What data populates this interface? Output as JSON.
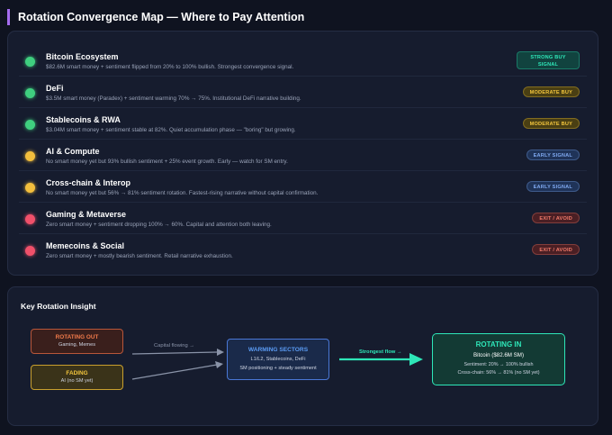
{
  "page_title": "Rotation Convergence Map — Where to Pay Attention",
  "sectors": [
    {
      "name": "Bitcoin Ecosystem",
      "desc": "$82.6M smart money + sentiment flipped from 20% to 100% bullish. Strongest convergence signal.",
      "badge": "STRONG BUY SIGNAL",
      "dot_color": "#3fcf7f",
      "badge_bg": "#11433f",
      "badge_fg": "#2ee6b8"
    },
    {
      "name": "DeFi",
      "desc": "$3.5M smart money (Paradex) + sentiment warming 70% → 75%. Institutional DeFi narrative building.",
      "badge": "MODERATE BUY",
      "dot_color": "#3fcf7f",
      "badge_bg": "#4a3f13",
      "badge_fg": "#f2c53d"
    },
    {
      "name": "Stablecoins & RWA",
      "desc": "$3.04M smart money + sentiment stable at 82%. Quiet accumulation phase — \"boring\" but growing.",
      "badge": "MODERATE BUY",
      "dot_color": "#3fcf7f",
      "badge_bg": "#4a3f13",
      "badge_fg": "#f2c53d"
    },
    {
      "name": "AI & Compute",
      "desc": "No smart money yet but 93% bullish sentiment + 25% event growth. Early — watch for SM entry.",
      "badge": "EARLY SIGNAL",
      "dot_color": "#f2be3d",
      "badge_bg": "#1f3358",
      "badge_fg": "#7fa9f0"
    },
    {
      "name": "Cross-chain & Interop",
      "desc": "No smart money yet but 56% → 81% sentiment rotation. Fastest-rising narrative without capital confirmation.",
      "badge": "EARLY SIGNAL",
      "dot_color": "#f2be3d",
      "badge_bg": "#1f3358",
      "badge_fg": "#7fa9f0"
    },
    {
      "name": "Gaming & Metaverse",
      "desc": "Zero smart money + sentiment dropping 100% → 60%. Capital and attention both leaving.",
      "badge": "EXIT / AVOID",
      "dot_color": "#f0506a",
      "badge_bg": "#4a1f24",
      "badge_fg": "#f07a6a"
    },
    {
      "name": "Memecoins & Social",
      "desc": "Zero smart money + mostly bearish sentiment. Retail narrative exhaustion.",
      "badge": "EXIT / AVOID",
      "dot_color": "#f0506a",
      "badge_bg": "#4a1f24",
      "badge_fg": "#f07a6a"
    }
  ],
  "insight": {
    "title": "Key Rotation Insight",
    "rotating_out": {
      "title": "ROTATING OUT",
      "line1": "Gaming, Memes",
      "color": "#f07a4a"
    },
    "fading": {
      "title": "FADING",
      "line1": "AI (no SM yet)",
      "color": "#f2c53d"
    },
    "capital_flowing": "Capital flowing →",
    "warming": {
      "title": "WARMING SECTORS",
      "line1": "L1/L2, Stablecoins, DeFi",
      "line2": "SM positioning + steady sentiment",
      "color": "#5b8ff0"
    },
    "strongest_flow": "Strongest flow →",
    "rotating_in": {
      "title": "ROTATING IN",
      "line1": "Bitcoin ($82.6M SM)",
      "line2": "Sentiment: 20% → 100% bullish",
      "line3": "Cross-chain: 56% → 81% (no SM yet)",
      "color": "#2ee6b8"
    }
  }
}
